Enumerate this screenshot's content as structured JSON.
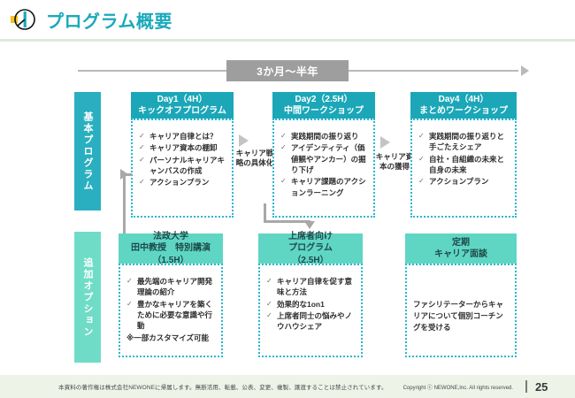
{
  "header": {
    "title": "プログラム概要",
    "icon": "clock-logo-icon",
    "accent_color": "#18a9bb",
    "accent_secondary": "#f5c518"
  },
  "timeline": {
    "label": "3か月～半年",
    "bar_color": "#9e9e9e",
    "line_color": "#b9b9b9"
  },
  "sidebar": {
    "basic_label": "基本プログラム",
    "basic_color": "#2aafc0",
    "option_label": "追加オプション",
    "option_color": "#6fdcc8"
  },
  "basic_program": {
    "cards": [
      {
        "title_line1": "Day1（4H）",
        "title_line2": "キックオフプログラム",
        "bullets": [
          "キャリア自律とは？",
          "キャリア資本の棚卸",
          "パーソナルキャリアキャンバスの作成",
          "アクションプラン"
        ]
      },
      {
        "title_line1": "Day2（2.5H）",
        "title_line2": "中間ワークショップ",
        "bullets": [
          "実践期間の振り返り",
          "アイデンティティ（価値観やアンカー）の掘り下げ",
          "キャリア課題のアクションラーニング"
        ]
      },
      {
        "title_line1": "Day4（4H）",
        "title_line2": "まとめワークショップ",
        "bullets": [
          "実践期間の振り返りと手ごたえシェア",
          "自社・自組織の未来と自身の未来",
          "アクションプラン"
        ]
      }
    ],
    "connectors": [
      "キャリア戦略の具体化",
      "キャリア資本の獲得"
    ]
  },
  "additional_options": {
    "cards": [
      {
        "title_line1": "法政大学",
        "title_line2": "田中教授　特別講演",
        "title_line3": "（1.5H）",
        "bullets": [
          "最先端のキャリア開発理論の紹介",
          "豊かなキャリアを築くために必要な意識や行動"
        ],
        "note": "※一部カスタマイズ可能"
      },
      {
        "title_line1": "上席者向け",
        "title_line2": "プログラム",
        "title_line3": "（2.5H）",
        "bullets": [
          "キャリア自律を促す意味と方法",
          "効果的な1on1",
          "上席者同士の悩みやノウハウシェア"
        ],
        "note": ""
      },
      {
        "title_line1": "定期",
        "title_line2": "キャリア面談",
        "title_line3": "",
        "bullets": [],
        "body": "ファシリテーターからキャリアについて個別コーチングを受ける"
      }
    ]
  },
  "footer": {
    "note": "本資料の著作権は株式会社NEWONEに帰属します。無断活用、転載、公表、変更、複製、譲渡することは禁止されています。",
    "copyright": "Copyright ⓒ NEWONE,Inc.  All rights reserved.",
    "page_number": "25"
  }
}
